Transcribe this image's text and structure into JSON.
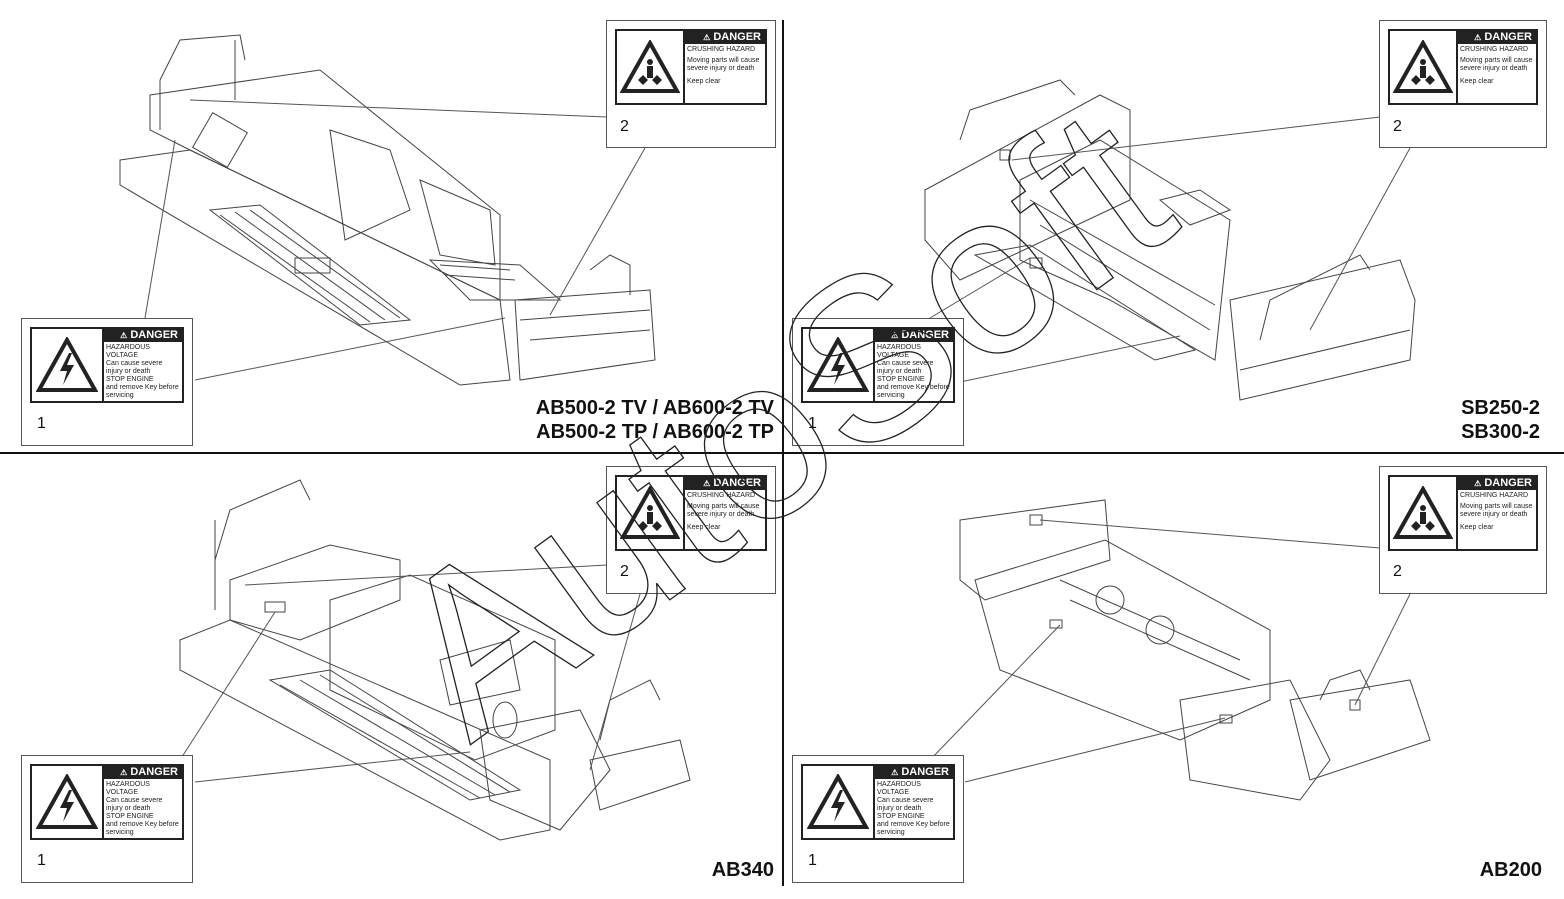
{
  "labels": {
    "crushing": {
      "header": "DANGER",
      "title": "CRUSHING HAZARD",
      "lines": [
        "Moving parts will cause",
        "severe injury or death",
        "",
        "Keep clear"
      ],
      "callout": "2"
    },
    "voltage": {
      "header": "DANGER",
      "title": "HAZARDOUS VOLTAGE",
      "lines": [
        "Can cause severe",
        "injury or death",
        "STOP ENGINE",
        "and remove Key before",
        "servicing"
      ],
      "callout": "1"
    }
  },
  "quadrants": [
    {
      "id": "top-left",
      "model_lines": [
        "AB500-2 TV / AB600-2 TV",
        "AB500-2 TP / AB600-2 TP"
      ]
    },
    {
      "id": "top-right",
      "model_lines": [
        "SB250-2",
        "SB300-2"
      ]
    },
    {
      "id": "bottom-left",
      "model_lines": [
        "AB340"
      ]
    },
    {
      "id": "bottom-right",
      "model_lines": [
        "AB200"
      ]
    }
  ],
  "watermark": {
    "text": "AutoSoft"
  },
  "colors": {
    "line": "#111111",
    "drawing": "#444444",
    "sticker_dark": "#222222"
  },
  "icons": {
    "crushing": "crushing-hazard-icon",
    "voltage": "high-voltage-icon"
  }
}
